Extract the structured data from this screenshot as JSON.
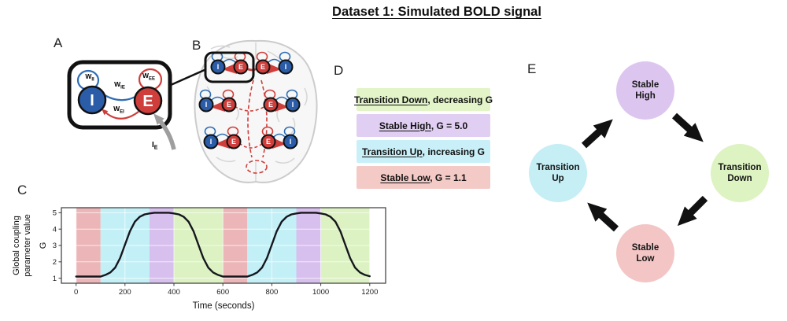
{
  "title": "Dataset 1: Simulated BOLD signal",
  "panel_labels": {
    "a": "A",
    "b": "B",
    "c": "C",
    "d": "D",
    "e": "E"
  },
  "panel_a": {
    "node_i": "I",
    "node_e": "E",
    "w_ii": {
      "base": "W",
      "sub": "II"
    },
    "w_ie": {
      "base": "W",
      "sub": "IE"
    },
    "w_ei": {
      "base": "W",
      "sub": "EI"
    },
    "w_ee": {
      "base": "W",
      "sub": "EE"
    },
    "external_input": {
      "base": "I",
      "sub": "E"
    },
    "node_blue": "#2a5ca8",
    "node_red": "#cf3e3b"
  },
  "panel_b": {
    "rows": [
      [
        "I",
        "E",
        "E",
        "I"
      ],
      [
        "I",
        "E",
        "E",
        "I"
      ],
      [
        "I",
        "E",
        "E",
        "I"
      ]
    ]
  },
  "legend": {
    "items": [
      {
        "name": "Transition Down",
        "rest": ", decreasing G",
        "color": "#e2f4c8"
      },
      {
        "name": "Stable High",
        "rest": ", G = 5.0",
        "color": "#e0cef3"
      },
      {
        "name": "Transition Up",
        "rest": ", increasing G",
        "color": "#c9f0f8"
      },
      {
        "name": "Stable Low",
        "rest": ", G = 1.1",
        "color": "#f4cac6"
      }
    ]
  },
  "cycle": {
    "nodes": [
      {
        "line1": "Stable",
        "line2": "High",
        "color": "#dcc6f0"
      },
      {
        "line1": "Transition",
        "line2": "Down",
        "color": "#ddf3c2"
      },
      {
        "line1": "Stable",
        "line2": "Low",
        "color": "#f3c5c5"
      },
      {
        "line1": "Transition",
        "line2": "Up",
        "color": "#c5eef5"
      }
    ]
  },
  "chart_data": {
    "type": "line",
    "title": "",
    "xlabel": "Time (seconds)",
    "ylabel_line1": "Global coupling",
    "ylabel_line2": "parameter value",
    "ylabel_axis": "G",
    "xlim": [
      -60,
      1265
    ],
    "ylim": [
      0.69,
      5.31
    ],
    "xticks": [
      0,
      200,
      400,
      600,
      800,
      1000,
      1200
    ],
    "yticks": [
      1,
      2,
      3,
      4,
      5
    ],
    "grid": true,
    "line_color": "#16161d",
    "bands": [
      {
        "x0": 0,
        "x1": 100,
        "label": "Stable Low",
        "color": "#ecb5b8"
      },
      {
        "x0": 100,
        "x1": 300,
        "label": "Transition Up",
        "color": "#c3f0f6"
      },
      {
        "x0": 300,
        "x1": 400,
        "label": "Stable High",
        "color": "#d8c0ee"
      },
      {
        "x0": 400,
        "x1": 600,
        "label": "Transition Down",
        "color": "#dcf2c2"
      },
      {
        "x0": 600,
        "x1": 700,
        "label": "Stable Low",
        "color": "#ecb5b8"
      },
      {
        "x0": 700,
        "x1": 900,
        "label": "Transition Up",
        "color": "#c3f0f6"
      },
      {
        "x0": 900,
        "x1": 1000,
        "label": "Stable High",
        "color": "#d8c0ee"
      },
      {
        "x0": 1000,
        "x1": 1200,
        "label": "Transition Down",
        "color": "#dcf2c2"
      }
    ],
    "series": [
      {
        "name": "G(t)",
        "points": [
          [
            0,
            1.1
          ],
          [
            100,
            1.1
          ],
          [
            120,
            1.2
          ],
          [
            140,
            1.35
          ],
          [
            160,
            1.65
          ],
          [
            180,
            2.23
          ],
          [
            200,
            3.05
          ],
          [
            220,
            3.87
          ],
          [
            240,
            4.45
          ],
          [
            260,
            4.75
          ],
          [
            280,
            4.9
          ],
          [
            300,
            4.96
          ],
          [
            320,
            5.0
          ],
          [
            380,
            5.0
          ],
          [
            400,
            4.96
          ],
          [
            420,
            4.9
          ],
          [
            440,
            4.75
          ],
          [
            460,
            4.45
          ],
          [
            480,
            3.87
          ],
          [
            500,
            3.05
          ],
          [
            520,
            2.23
          ],
          [
            540,
            1.65
          ],
          [
            560,
            1.35
          ],
          [
            580,
            1.2
          ],
          [
            600,
            1.1
          ],
          [
            700,
            1.1
          ],
          [
            720,
            1.2
          ],
          [
            740,
            1.35
          ],
          [
            760,
            1.65
          ],
          [
            780,
            2.23
          ],
          [
            800,
            3.05
          ],
          [
            820,
            3.87
          ],
          [
            840,
            4.45
          ],
          [
            860,
            4.75
          ],
          [
            880,
            4.9
          ],
          [
            900,
            4.96
          ],
          [
            920,
            5.0
          ],
          [
            980,
            5.0
          ],
          [
            1000,
            4.96
          ],
          [
            1020,
            4.9
          ],
          [
            1040,
            4.75
          ],
          [
            1060,
            4.45
          ],
          [
            1080,
            3.87
          ],
          [
            1100,
            3.05
          ],
          [
            1120,
            2.23
          ],
          [
            1140,
            1.65
          ],
          [
            1160,
            1.35
          ],
          [
            1180,
            1.2
          ],
          [
            1200,
            1.12
          ]
        ]
      }
    ]
  }
}
